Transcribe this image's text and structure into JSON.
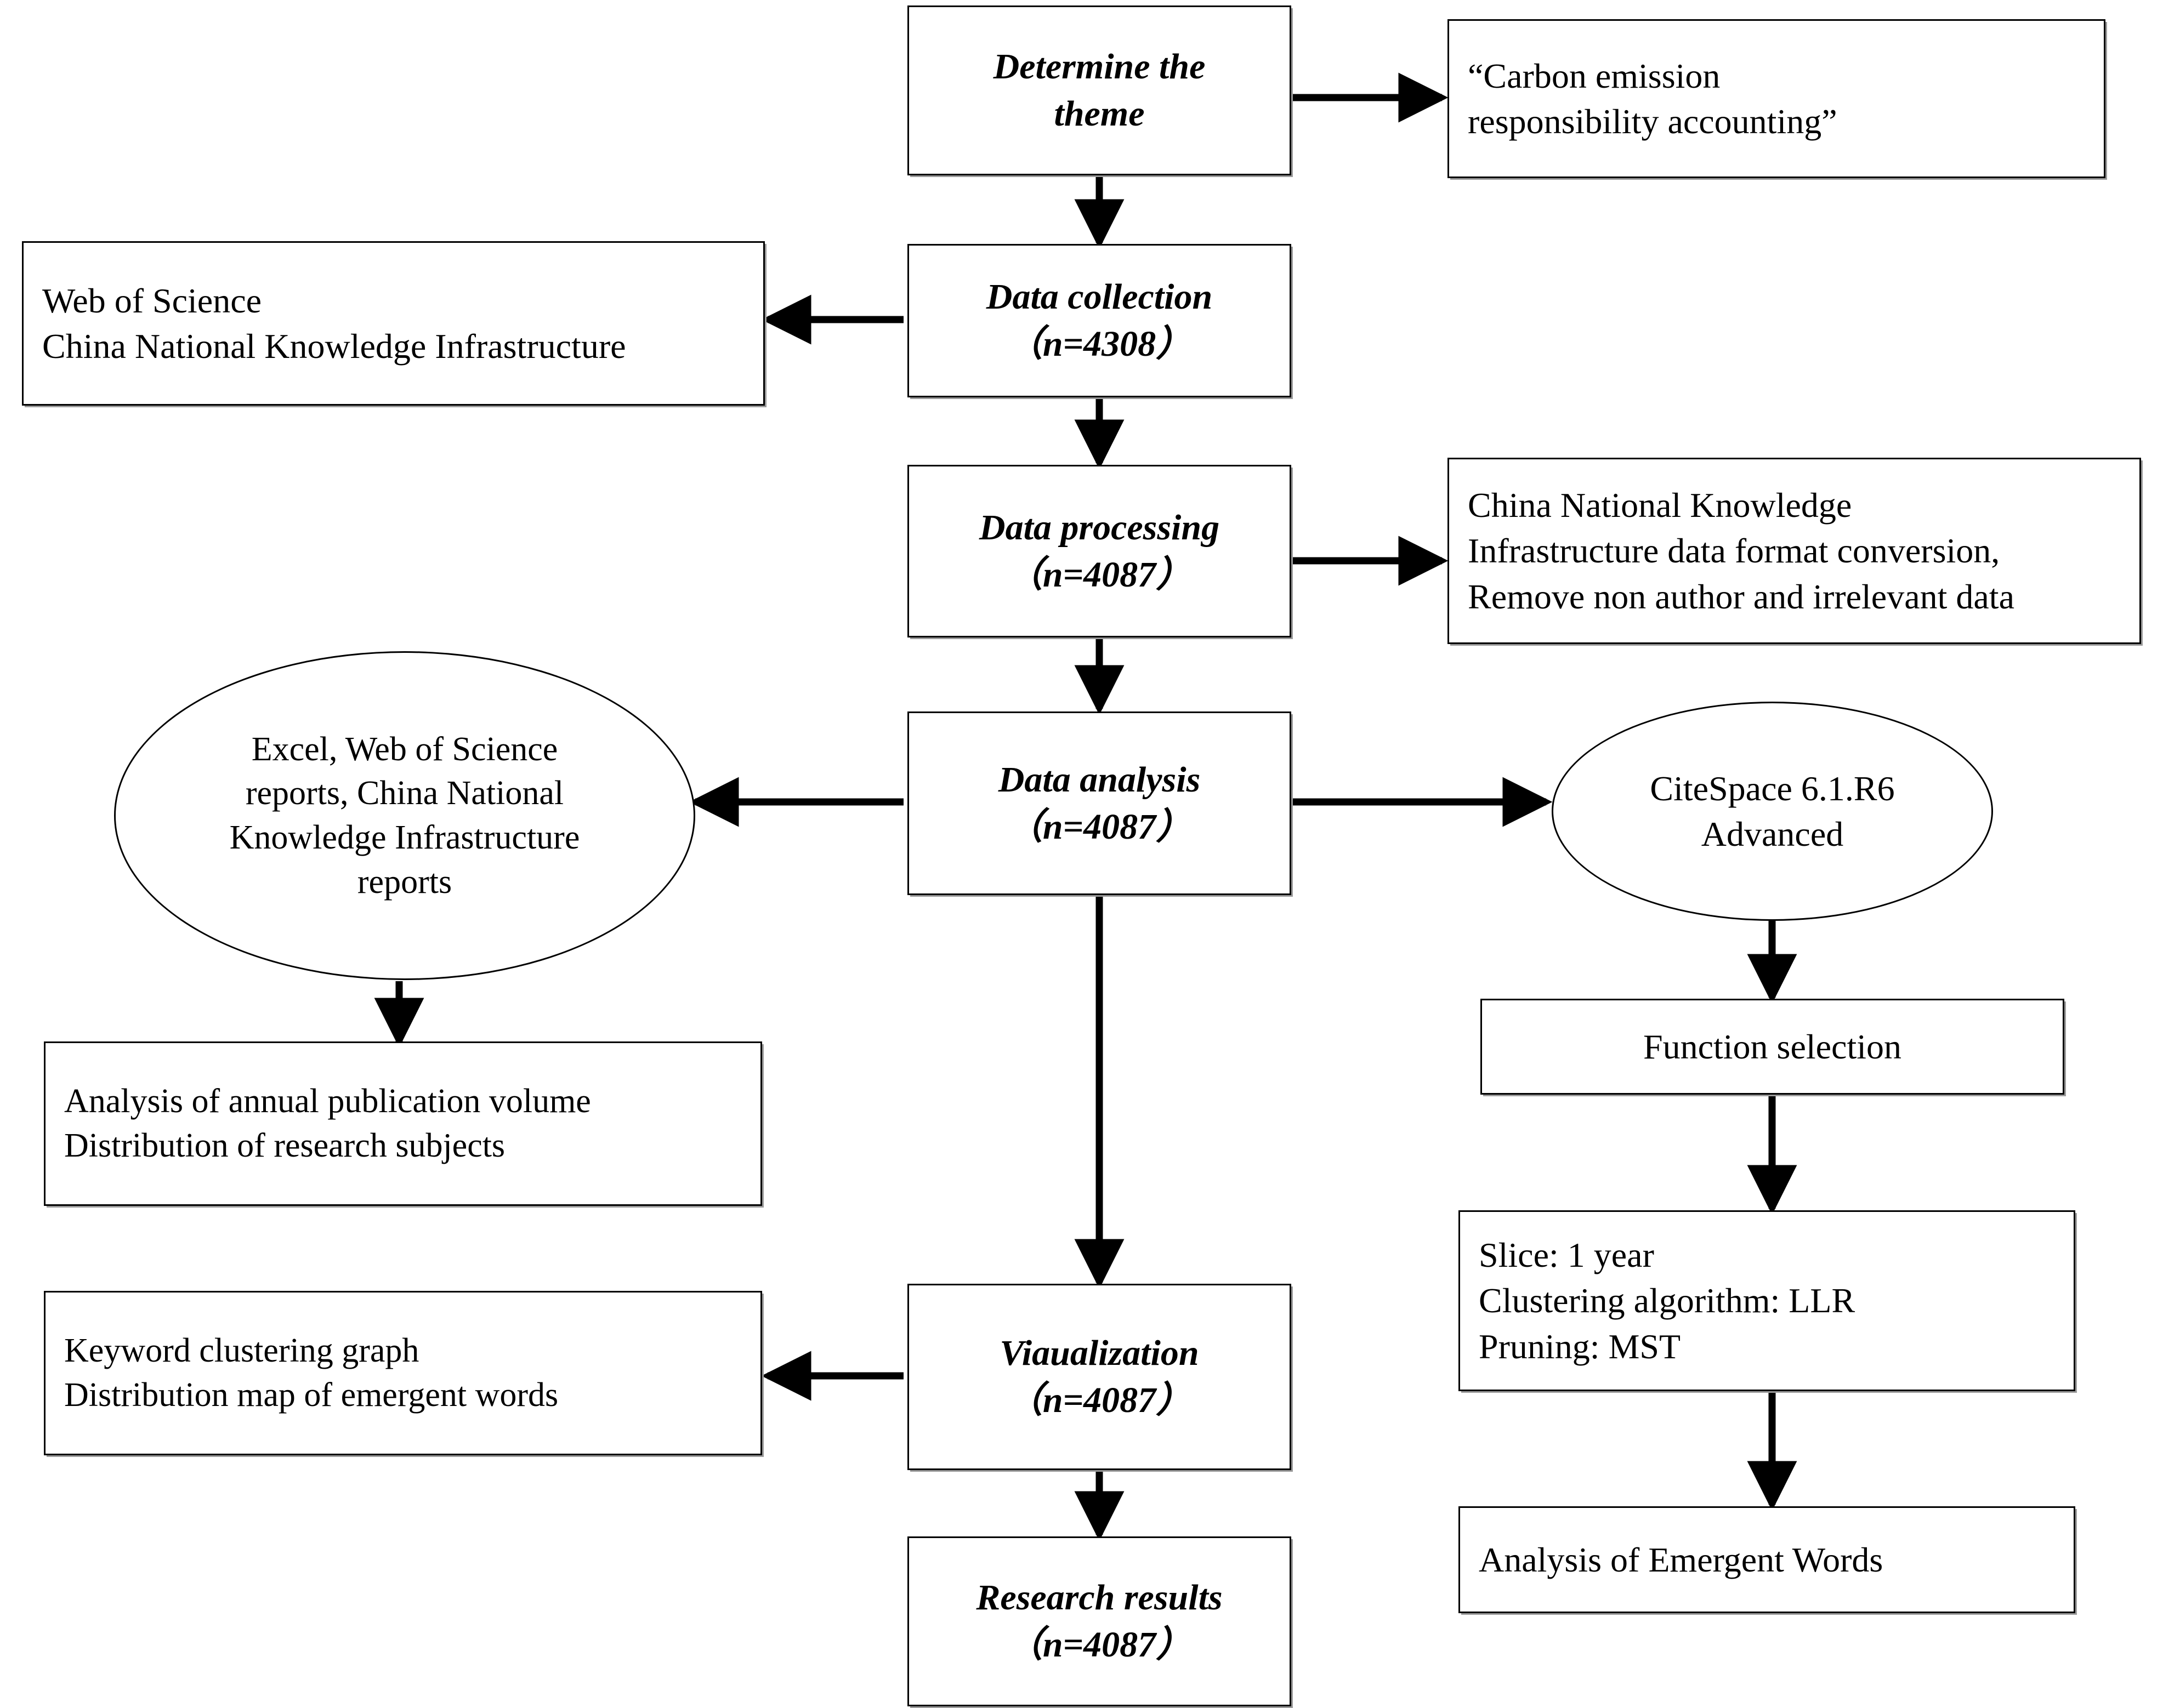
{
  "diagram": {
    "title": "Research methodology flowchart for carbon emission responsibility accounting bibliometric study",
    "nodes": {
      "determine_theme": {
        "line1": "Determine the",
        "line2": "theme"
      },
      "theme_value": {
        "line1": "“Carbon emission",
        "line2": "responsibility accounting”"
      },
      "data_collection": {
        "line1": "Data collection",
        "line2": "（n=4308）"
      },
      "data_sources": {
        "line1": "Web of Science",
        "line2": "China National Knowledge Infrastructure"
      },
      "data_processing": {
        "line1": "Data processing",
        "line2": "（n=4087）"
      },
      "processing_detail": {
        "line1": "China National Knowledge",
        "line2": "Infrastructure data format conversion,",
        "line3": "Remove non author and irrelevant data"
      },
      "data_analysis": {
        "line1": "Data analysis",
        "line2": "（n=4087）"
      },
      "tools_left": {
        "line1": "Excel, Web of Science",
        "line2": "reports, China National",
        "line3": "Knowledge Infrastructure",
        "line4": "reports"
      },
      "tools_right": {
        "line1": "CiteSpace 6.1.R6",
        "line2": "Advanced"
      },
      "left_outputs": {
        "line1": "Analysis of annual publication volume",
        "line2": "Distribution of research subjects"
      },
      "function_selection": {
        "line1": "Function selection"
      },
      "parameters": {
        "line1": "Slice: 1 year",
        "line2": "Clustering algorithm: LLR",
        "line3": "Pruning: MST"
      },
      "visualization": {
        "line1": "Viaualization",
        "line2": "（n=4087）"
      },
      "visual_outputs": {
        "line1": "Keyword clustering graph",
        "line2": "Distribution map of emergent words"
      },
      "emergent_words": {
        "line1": "Analysis of Emergent Words"
      },
      "research_results": {
        "line1": "Research results",
        "line2": "（n=4087）"
      }
    },
    "colors": {
      "stroke": "#000000",
      "shadow": "#9a9a9a",
      "background": "#ffffff"
    }
  }
}
